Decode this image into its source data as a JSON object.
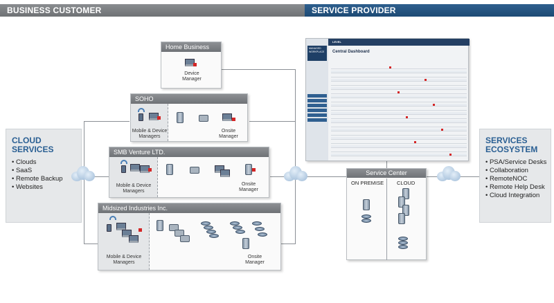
{
  "banners": {
    "left": "BUSINESS CUSTOMER",
    "right": "SERVICE PROVIDER"
  },
  "cloud_services": {
    "title_line1": "CLOUD",
    "title_line2": "SERVICES",
    "items": [
      "Clouds",
      "SaaS",
      "Remote Backup",
      "Websites"
    ]
  },
  "services_ecosystem": {
    "title_line1": "SERVICES",
    "title_line2": "ECOSYSTEM",
    "items": [
      "PSA/Service Desks",
      "Collaboration",
      "RemoteNOC",
      "Remote Help Desk",
      "Cloud Integration"
    ]
  },
  "panels": {
    "home_business": {
      "title": "Home Business",
      "device_manager_1": "Device",
      "device_manager_2": "Manager"
    },
    "soho": {
      "title": "SOHO",
      "mobile_1": "Mobile & Device",
      "mobile_2": "Managers",
      "onsite_1": "Onsite",
      "onsite_2": "Manager"
    },
    "smb": {
      "title": "SMB Venture LTD.",
      "mobile_1": "Mobile & Device",
      "mobile_2": "Managers",
      "onsite_1": "Onsite",
      "onsite_2": "Manager"
    },
    "midsized": {
      "title": "Midsized Industries Inc.",
      "mobile_1": "Mobile & Device",
      "mobile_2": "Managers",
      "onsite_1": "Onsite",
      "onsite_2": "Manager"
    }
  },
  "dashboard": {
    "brand": "LEVEL",
    "title": "Central Dashboard",
    "logo_line1": "MANAGED",
    "logo_line2": "WORKPLACE"
  },
  "service_center": {
    "title": "Service Center",
    "col_left": "ON PREMISE",
    "col_right": "CLOUD"
  },
  "colors": {
    "provider_blue": "#1d4a74",
    "customer_gray": "#6e7174",
    "heading_blue": "#2a5f93",
    "alert_red": "#d42626"
  }
}
